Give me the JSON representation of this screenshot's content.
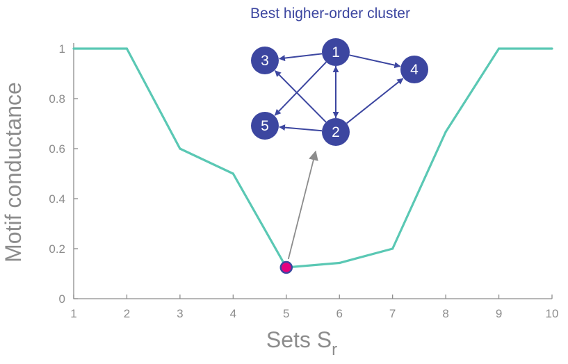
{
  "chart_data": {
    "type": "line",
    "title": "",
    "xlabel": "Sets S",
    "xlabel_subscript": "r",
    "ylabel": "Motif conductance",
    "xlim": [
      1,
      10
    ],
    "ylim": [
      0,
      1
    ],
    "x_ticks": [
      1,
      2,
      3,
      4,
      5,
      6,
      7,
      8,
      9,
      10
    ],
    "y_ticks": [
      0,
      0.2,
      0.4,
      0.6,
      0.8,
      1
    ],
    "grid": false,
    "series": [
      {
        "x": [
          1,
          2,
          3,
          4,
          5,
          6,
          7,
          8,
          9,
          10
        ],
        "values": [
          1,
          1,
          0.6,
          0.5,
          0.125,
          0.143,
          0.2,
          0.667,
          1,
          1
        ],
        "color": "#5ac8b4"
      }
    ],
    "highlight": {
      "x": 5,
      "y": 0.125,
      "fill": "#e6007e",
      "stroke": "#3c46a0"
    },
    "annotation": {
      "title": "Best higher-order cluster",
      "arrow_color": "#8c8c8c",
      "node_color": "#3c46a0",
      "graph": {
        "nodes": [
          "1",
          "2",
          "3",
          "4",
          "5"
        ],
        "edges": [
          [
            "1",
            "3"
          ],
          [
            "1",
            "4"
          ],
          [
            "1",
            "5"
          ],
          [
            "1",
            "2"
          ],
          [
            "2",
            "1"
          ],
          [
            "2",
            "3"
          ],
          [
            "2",
            "4"
          ],
          [
            "2",
            "5"
          ]
        ]
      }
    }
  }
}
